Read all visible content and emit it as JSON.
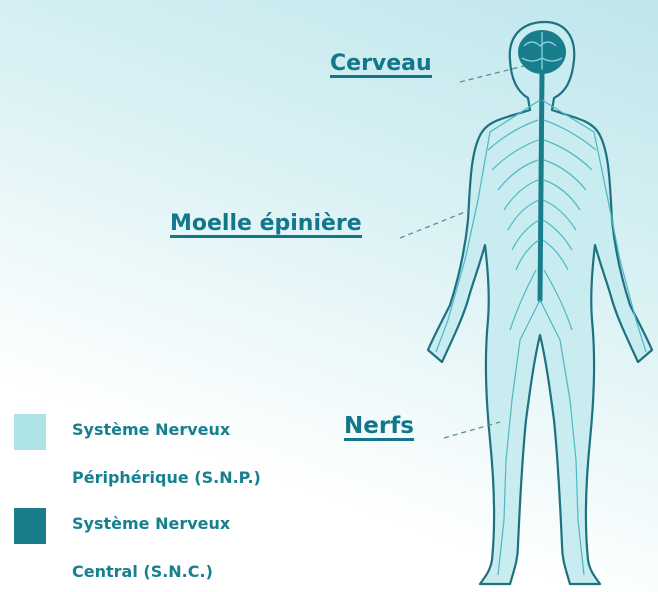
{
  "labels": {
    "brain": "Cerveau",
    "spinal_cord": "Moelle épinière",
    "nerves": "Nerfs"
  },
  "legend": [
    {
      "line1": "Système Nerveux",
      "line2": "Périphérique (S.N.P.)",
      "color": "#aee3e5"
    },
    {
      "line1": "Système Nerveux",
      "line2": "Central (S.N.C.)",
      "color": "#1a7d8c"
    }
  ],
  "colors": {
    "body_fill": "#c8ecef",
    "body_outline": "#1d7280",
    "nerve": "#4fb7c4",
    "cns": "#1a7d8c",
    "label_text": "#12778a"
  }
}
